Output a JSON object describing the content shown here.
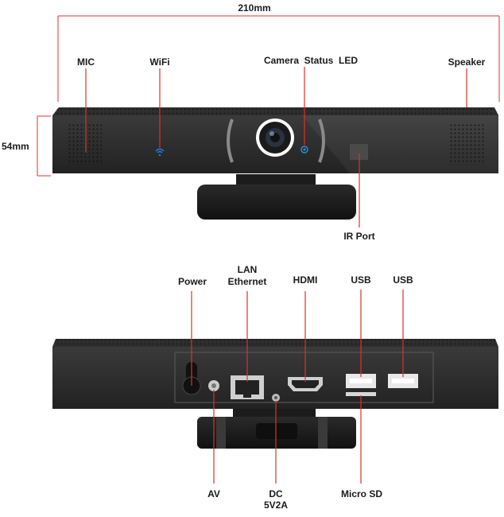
{
  "dimensions": {
    "width": "210mm",
    "height": "54mm"
  },
  "front_view": {
    "labels": {
      "mic": "MIC",
      "wifi": "WiFi",
      "camera_status_led": "Camera  Status  LED",
      "speaker": "Speaker",
      "ir_port": "IR Port"
    }
  },
  "back_view": {
    "labels": {
      "power": "Power",
      "lan_line1": "LAN",
      "lan_line2": "Ethernet",
      "hdmi": "HDMI",
      "usb_1": "USB",
      "usb_2": "USB",
      "av": "AV",
      "dc_line1": "DC",
      "dc_line2": "5V2A",
      "micro_sd": "Micro SD"
    }
  },
  "colors": {
    "callout_line": "#e0302c",
    "device_body": "#2b2b2b",
    "wifi_led": "#1e7fe0",
    "status_led": "#2f8fd8"
  }
}
